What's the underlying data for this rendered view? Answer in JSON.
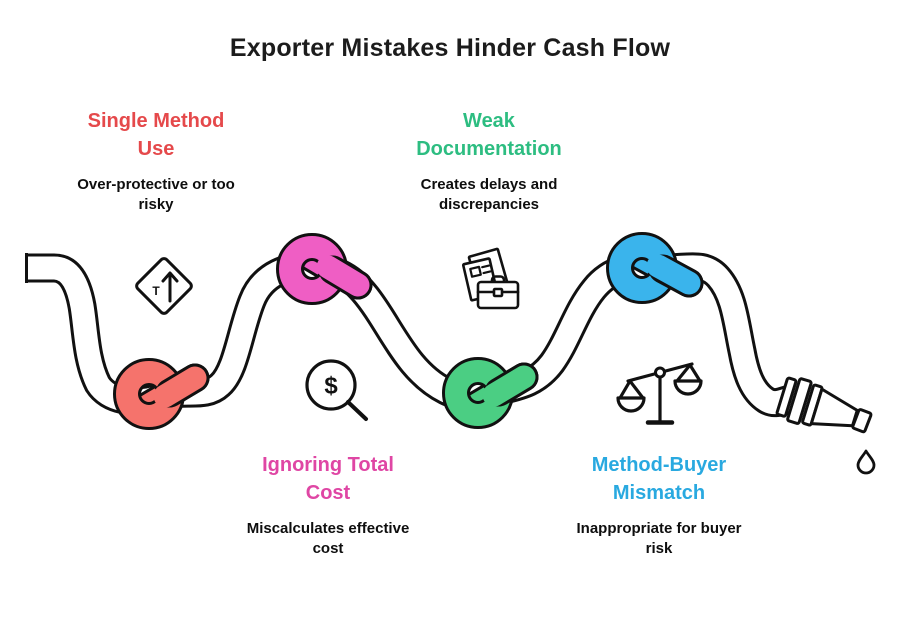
{
  "title": "Exporter Mistakes Hinder Cash Flow",
  "items": [
    {
      "heading": "Single Method\nUse",
      "description": "Over-protective or too\nrisky",
      "accent_color": "#e5494b",
      "knot_color": "#f5736c",
      "icon": "lane-merge-sign-icon"
    },
    {
      "heading": "Weak\nDocumentation",
      "description": "Creates delays and\ndiscrepancies",
      "accent_color": "#2dbd81",
      "knot_color": "#4bce83",
      "icon": "documents-briefcase-icon"
    },
    {
      "heading": "Ignoring Total\nCost",
      "description": "Miscalculates effective\ncost",
      "accent_color": "#df46a4",
      "knot_color": "#ef5ec4",
      "icon": "magnifier-dollar-icon"
    },
    {
      "heading": "Method-Buyer\nMismatch",
      "description": "Inappropriate for buyer\nrisk",
      "accent_color": "#29a9e0",
      "knot_color": "#3ab4ec",
      "icon": "balance-scales-icon"
    }
  ],
  "graphic": {
    "hose_fill": "#ffffff",
    "outline_color": "#111111",
    "dollar_sign": "$",
    "sign_letter": "T"
  }
}
